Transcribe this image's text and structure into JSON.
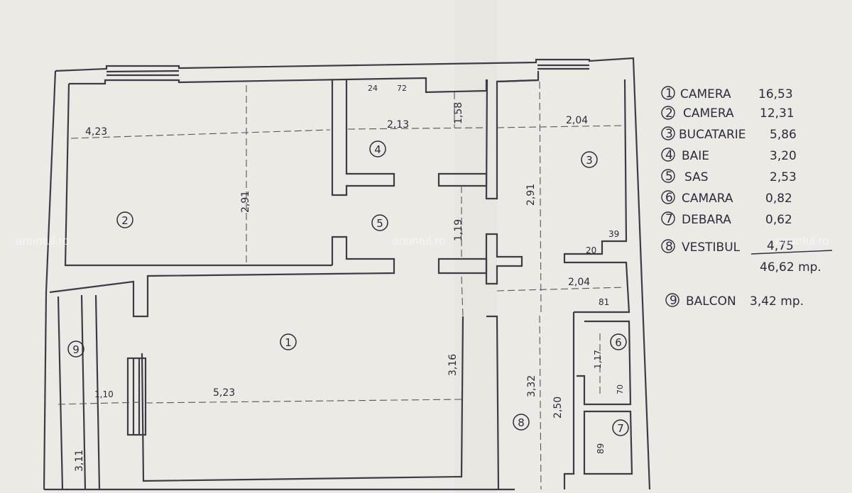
{
  "floor_plan": {
    "rooms": [
      {
        "number": "1",
        "name": "CAMERA",
        "area": "16,53"
      },
      {
        "number": "2",
        "name": "CAMERA",
        "area": "12,31"
      },
      {
        "number": "3",
        "name": "BUCATARIE",
        "area": "5,86"
      },
      {
        "number": "4",
        "name": "BAIE",
        "area": "3,20"
      },
      {
        "number": "5",
        "name": "SAS",
        "area": "2,53"
      },
      {
        "number": "6",
        "name": "CAMARA",
        "area": "0,82"
      },
      {
        "number": "7",
        "name": "DEBARA",
        "area": "0,62"
      },
      {
        "number": "8",
        "name": "VESTIBUL",
        "area": "4,75"
      }
    ],
    "total": "46,62 mp.",
    "balcony": {
      "number": "9",
      "name": "BALCON",
      "area": "3,42 mp."
    },
    "dimensions": {
      "room2_width": "4,23",
      "room2_depth": "2,91",
      "bath_width": "2,13",
      "bath_depth": "1,58",
      "bath_small_a": "24",
      "bath_small_b": "72",
      "sas_depth": "1,19",
      "kitchen_width": "2,04",
      "kitchen_depth": "2,91",
      "kitchen_small_a": "39",
      "kitchen_small_b": "20",
      "hall_width": "2,04",
      "hall_small": "81",
      "room1_width": "5,23",
      "room1_depth": "3,16",
      "hall_depth": "3,32",
      "hall_inner": "2,50",
      "pantry_depth": "1,17",
      "pantry_width": "70",
      "closet_depth": "89",
      "balcony_width": "1,10",
      "balcony_depth": "3,11"
    },
    "watermark": "anuntul.ro"
  }
}
